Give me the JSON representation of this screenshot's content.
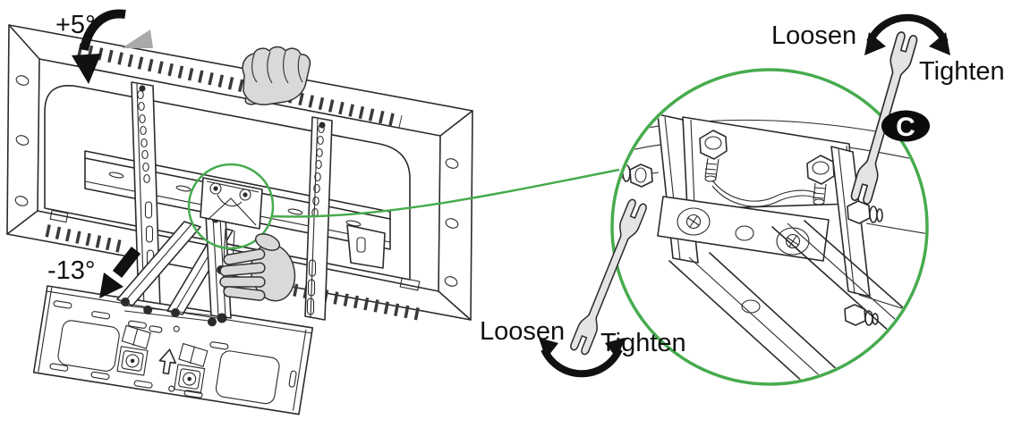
{
  "diagram": {
    "tv_section": {
      "tilt_up_label": "+5°",
      "tilt_down_label": "-13°"
    },
    "detail_section": {
      "badge_label": "C",
      "wrench_top": {
        "loosen_label": "Loosen",
        "tighten_label": "Tighten"
      },
      "wrench_bottom": {
        "loosen_label": "Loosen",
        "tighten_label": "Tighten"
      }
    },
    "colors": {
      "highlight_green": "#47ab4e",
      "line_art_black": "#2b2b2b",
      "annotation_black": "#111111",
      "hand_fill_gray": "#d9d9d9",
      "wrench_fill_gray": "#e4e4e4",
      "wedge_gray": "#a9a9a9",
      "badge_fill_black": "#0b0b0b",
      "badge_text_white": "#ffffff",
      "background_white": "#ffffff"
    }
  }
}
